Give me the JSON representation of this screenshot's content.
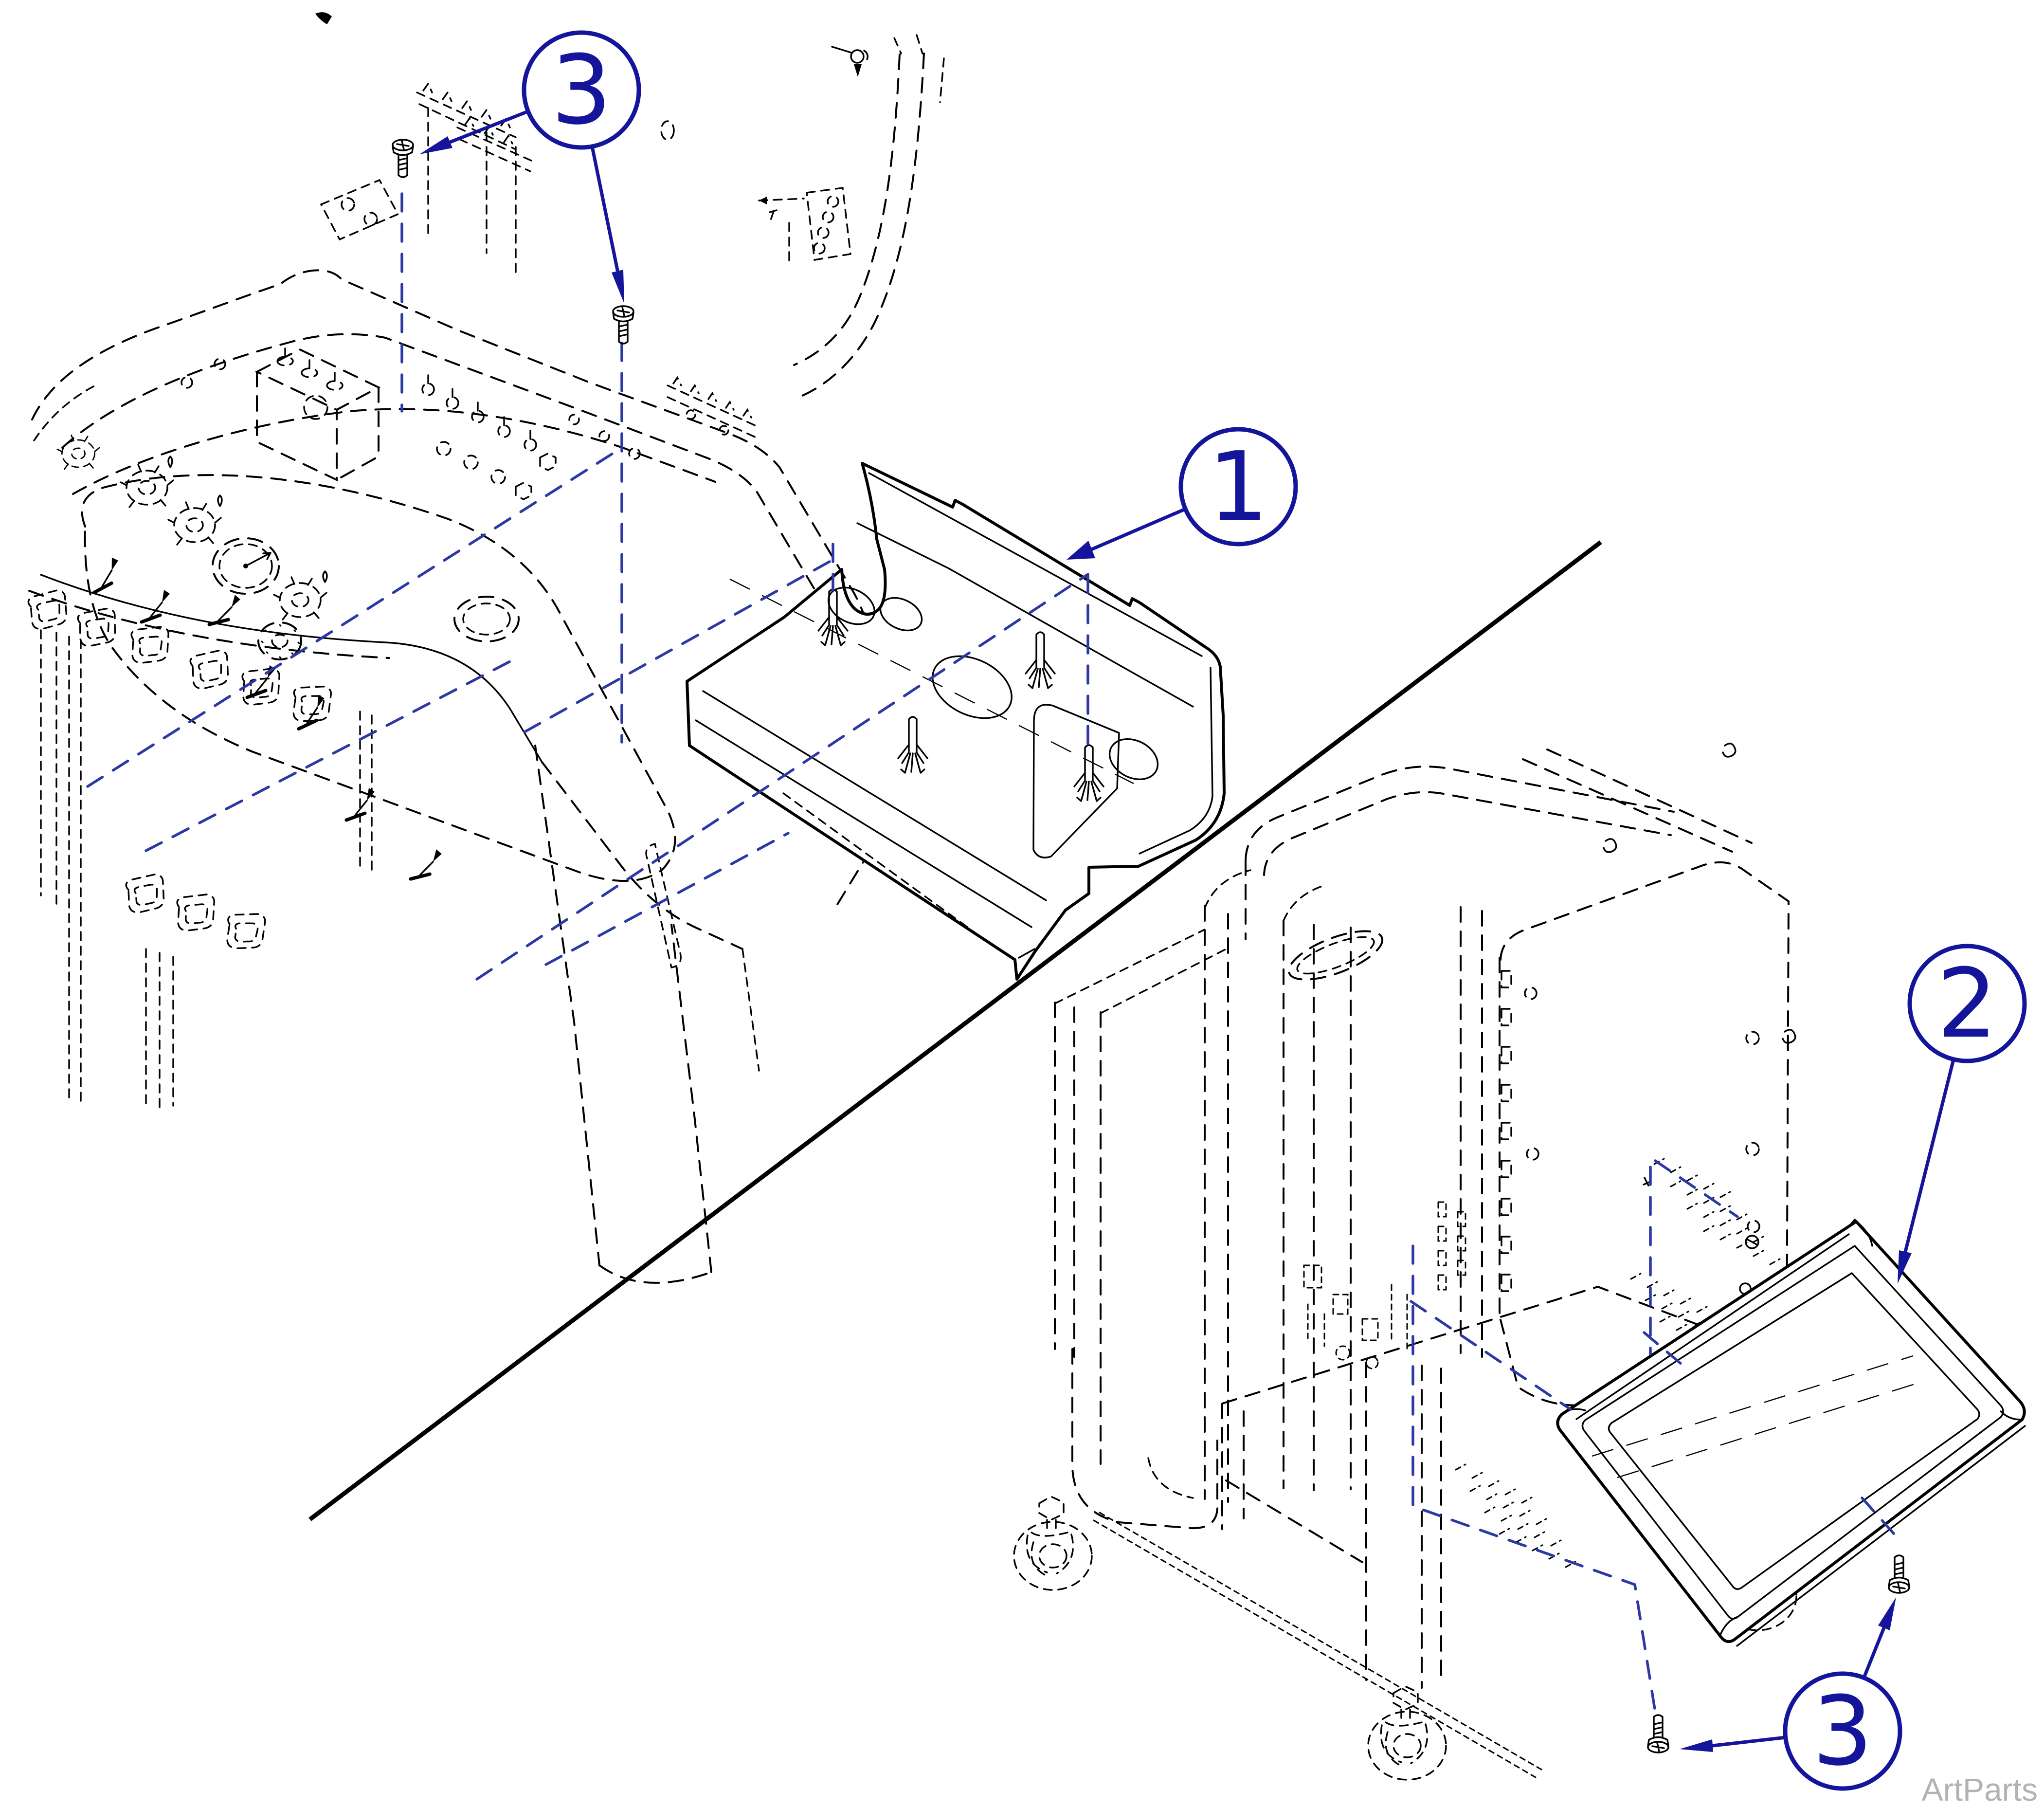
{
  "figure": {
    "type": "exploded-parts-diagram",
    "background_color": "#ffffff",
    "ink_color": "#000000",
    "callout_color": "#15159b",
    "projection_line_color": "#2c39a5",
    "watermark": {
      "text": "ArtParts",
      "color": "#b1b1b6"
    },
    "callouts": [
      {
        "id": "callout-3-top",
        "label": "3"
      },
      {
        "id": "callout-1",
        "label": "1"
      },
      {
        "id": "callout-2",
        "label": "2"
      },
      {
        "id": "callout-3-bottom",
        "label": "3"
      }
    ]
  }
}
